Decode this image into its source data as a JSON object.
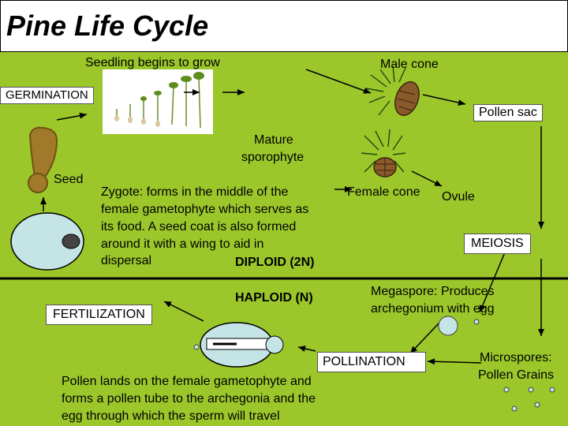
{
  "title": "Pine Life Cycle",
  "labels": {
    "seedling": "Seedling begins to grow",
    "male_cone": "Male cone",
    "germination": "GERMINATION",
    "pollen_sac": "Pollen sac",
    "mature_sporophyte_1": "Mature",
    "mature_sporophyte_2": "sporophyte",
    "seed": "Seed",
    "zygote_1": "Zygote: forms in the middle of the",
    "zygote_2": "female gametophyte which serves as",
    "zygote_3": "its food.  A seed coat is also formed",
    "zygote_4": "around it with a wing to aid in",
    "zygote_5": "dispersal",
    "diploid": "DIPLOID (2N)",
    "female_cone": "Female cone",
    "ovule": "Ovule",
    "meiosis": "MEIOSIS",
    "haploid": "HAPLOID (N)",
    "fertilization": "FERTILIZATION",
    "megaspore_1": "Megaspore: Produces",
    "megaspore_2": "archegonium with egg",
    "pollination": "POLLINATION",
    "microspores_1": "Microspores:",
    "microspores_2": "Pollen Grains",
    "pollen_lands_1": "Pollen lands on the female gametophyte and",
    "pollen_lands_2": "forms a pollen tube to the archegonia and the",
    "pollen_lands_3": "egg through which the sperm will travel"
  },
  "colors": {
    "background": "#9bc72b",
    "cell_fill": "#c5e4e6",
    "seed_fill": "#a07a2a",
    "cone_fill": "#8a5a2b"
  }
}
